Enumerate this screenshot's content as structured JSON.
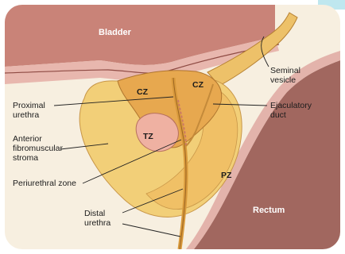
{
  "labels": {
    "bladder": "Bladder",
    "seminal_vesicle": [
      "Seminal",
      "vesicle"
    ],
    "cz_left": "CZ",
    "cz_right": "CZ",
    "tz": "TZ",
    "pz": "PZ",
    "proximal_urethra": [
      "Proximal",
      "urethra"
    ],
    "ejaculatory_duct": [
      "Ejaculatory",
      "duct"
    ],
    "anterior_stroma": [
      "Anterior",
      "fibromuscular",
      "stroma"
    ],
    "periurethral_zone": "Periurethral zone",
    "distal_urethra": [
      "Distal",
      "urethra"
    ],
    "rectum": "Rectum"
  },
  "colors": {
    "bladder": "#c98378",
    "bladder_wall": "#e8b7ae",
    "stroma": "#f2cf78",
    "central_zone": "#e7a84f",
    "transition_zone": "#efb1a2",
    "peripheral_zone": "#f0c066",
    "rectum": "#a1675f",
    "urethra": "#d99a3c"
  }
}
